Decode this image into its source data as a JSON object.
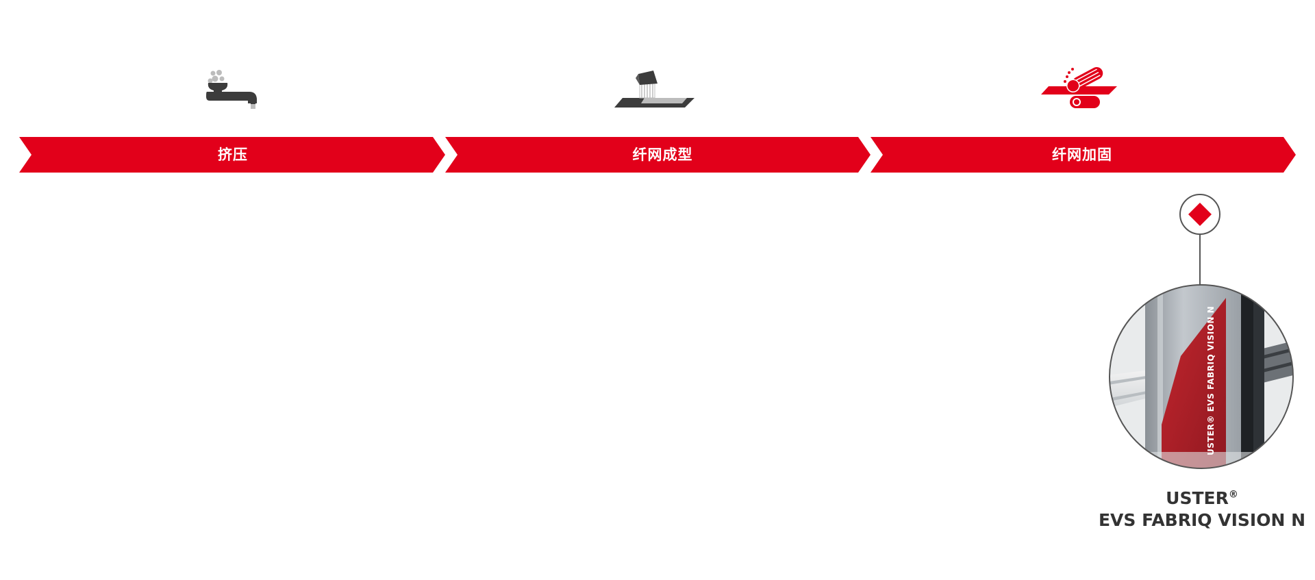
{
  "colors": {
    "brand_red": "#e2001a",
    "dark_grey": "#3c3c3c",
    "light_grey": "#bcbcbc",
    "text_grey": "#333333"
  },
  "steps": [
    {
      "label": "挤压",
      "icon": "extrusion-icon"
    },
    {
      "label": "纤网成型",
      "icon": "web-forming-icon"
    },
    {
      "label": "纤网加固",
      "icon": "web-bonding-icon"
    }
  ],
  "marker": {
    "icon": "diamond-marker-icon"
  },
  "product": {
    "brand": "USTER",
    "registered_mark": "®",
    "model": "EVS FABRIQ VISION N",
    "side_text": "USTER® EVS FABRIQ VISION N"
  }
}
